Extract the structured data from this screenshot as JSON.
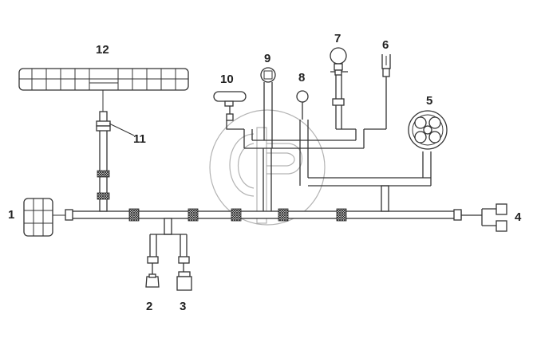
{
  "callouts": {
    "c1": "1",
    "c2": "2",
    "c3": "3",
    "c4": "4",
    "c5": "5",
    "c6": "6",
    "c7": "7",
    "c8": "8",
    "c9": "9",
    "c10": "10",
    "c11": "11",
    "c12": "12"
  },
  "watermark": "CP logo watermark"
}
